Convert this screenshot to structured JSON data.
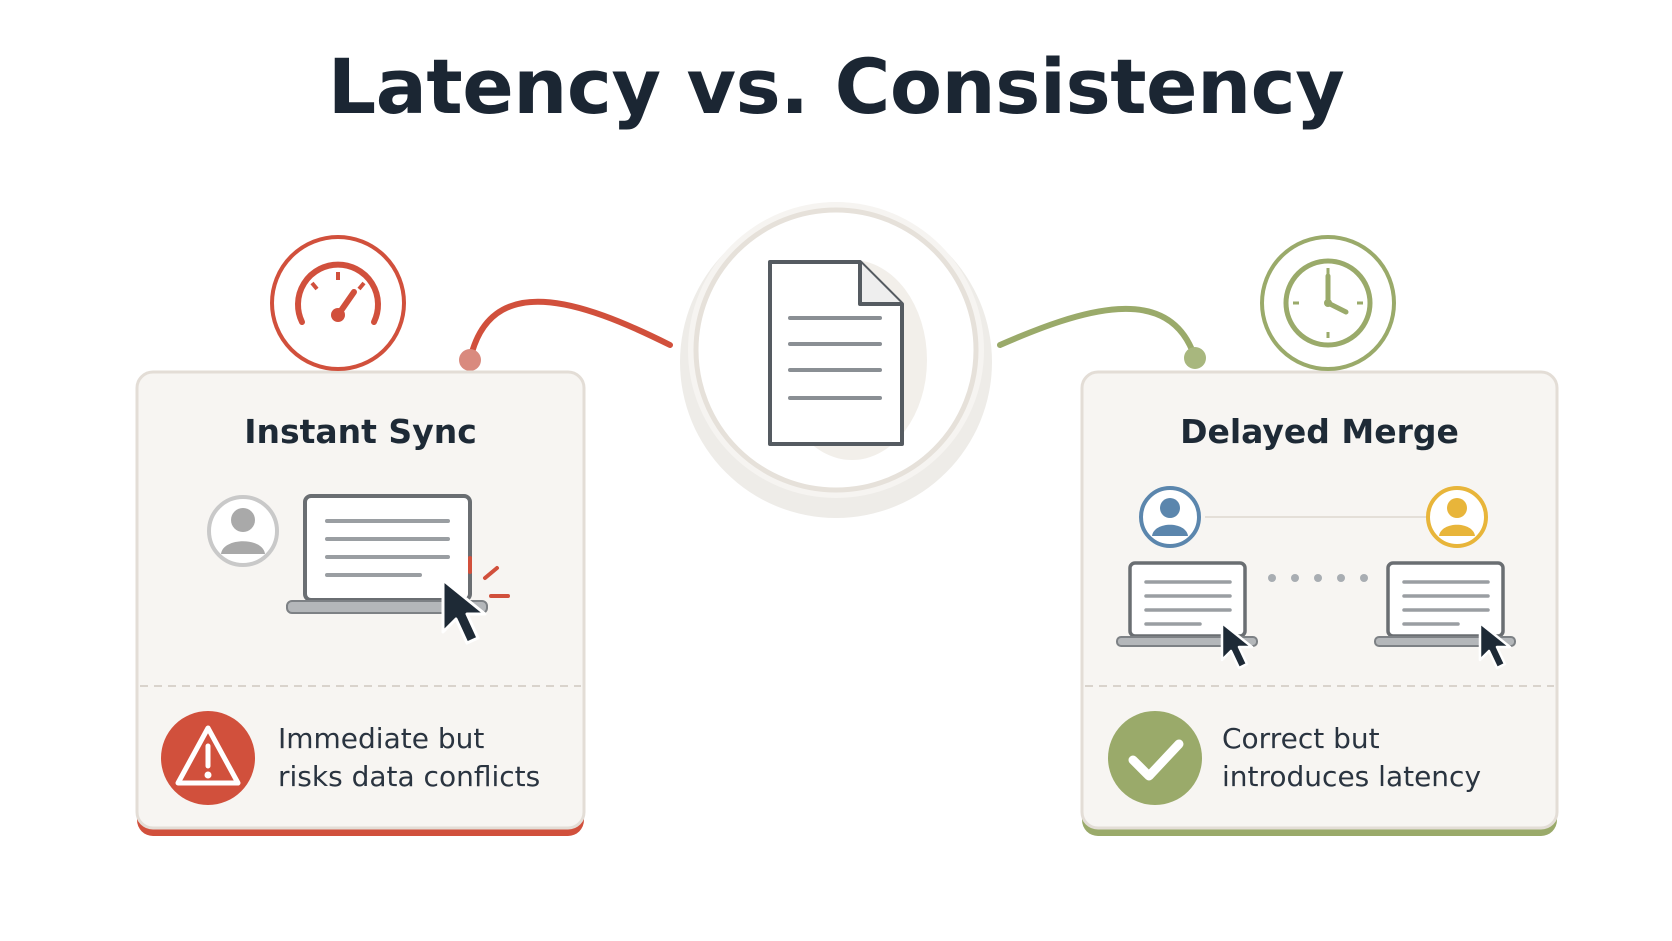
{
  "title": "Latency vs. Consistency",
  "center": {
    "icon": "document-icon"
  },
  "left_card": {
    "title": "Instant Sync",
    "note_line1": "Immediate but",
    "note_line2": "risks data conflicts",
    "badge_icon": "speedometer-icon",
    "status_icon": "warning-icon",
    "accent": "#d1503c"
  },
  "right_card": {
    "title": "Delayed Merge",
    "note_line1": "Correct but",
    "note_line2": "introduces latency",
    "badge_icon": "clock-icon",
    "status_icon": "checkmark-icon",
    "accent": "#9aaa6a"
  },
  "colors": {
    "card_bg": "#f7f5f2",
    "card_border": "#e3ddd6",
    "avatar_blue": "#5b86ad",
    "avatar_yellow": "#e8b53a",
    "avatar_grey": "#c9c9c9",
    "dark": "#1e2a36"
  }
}
